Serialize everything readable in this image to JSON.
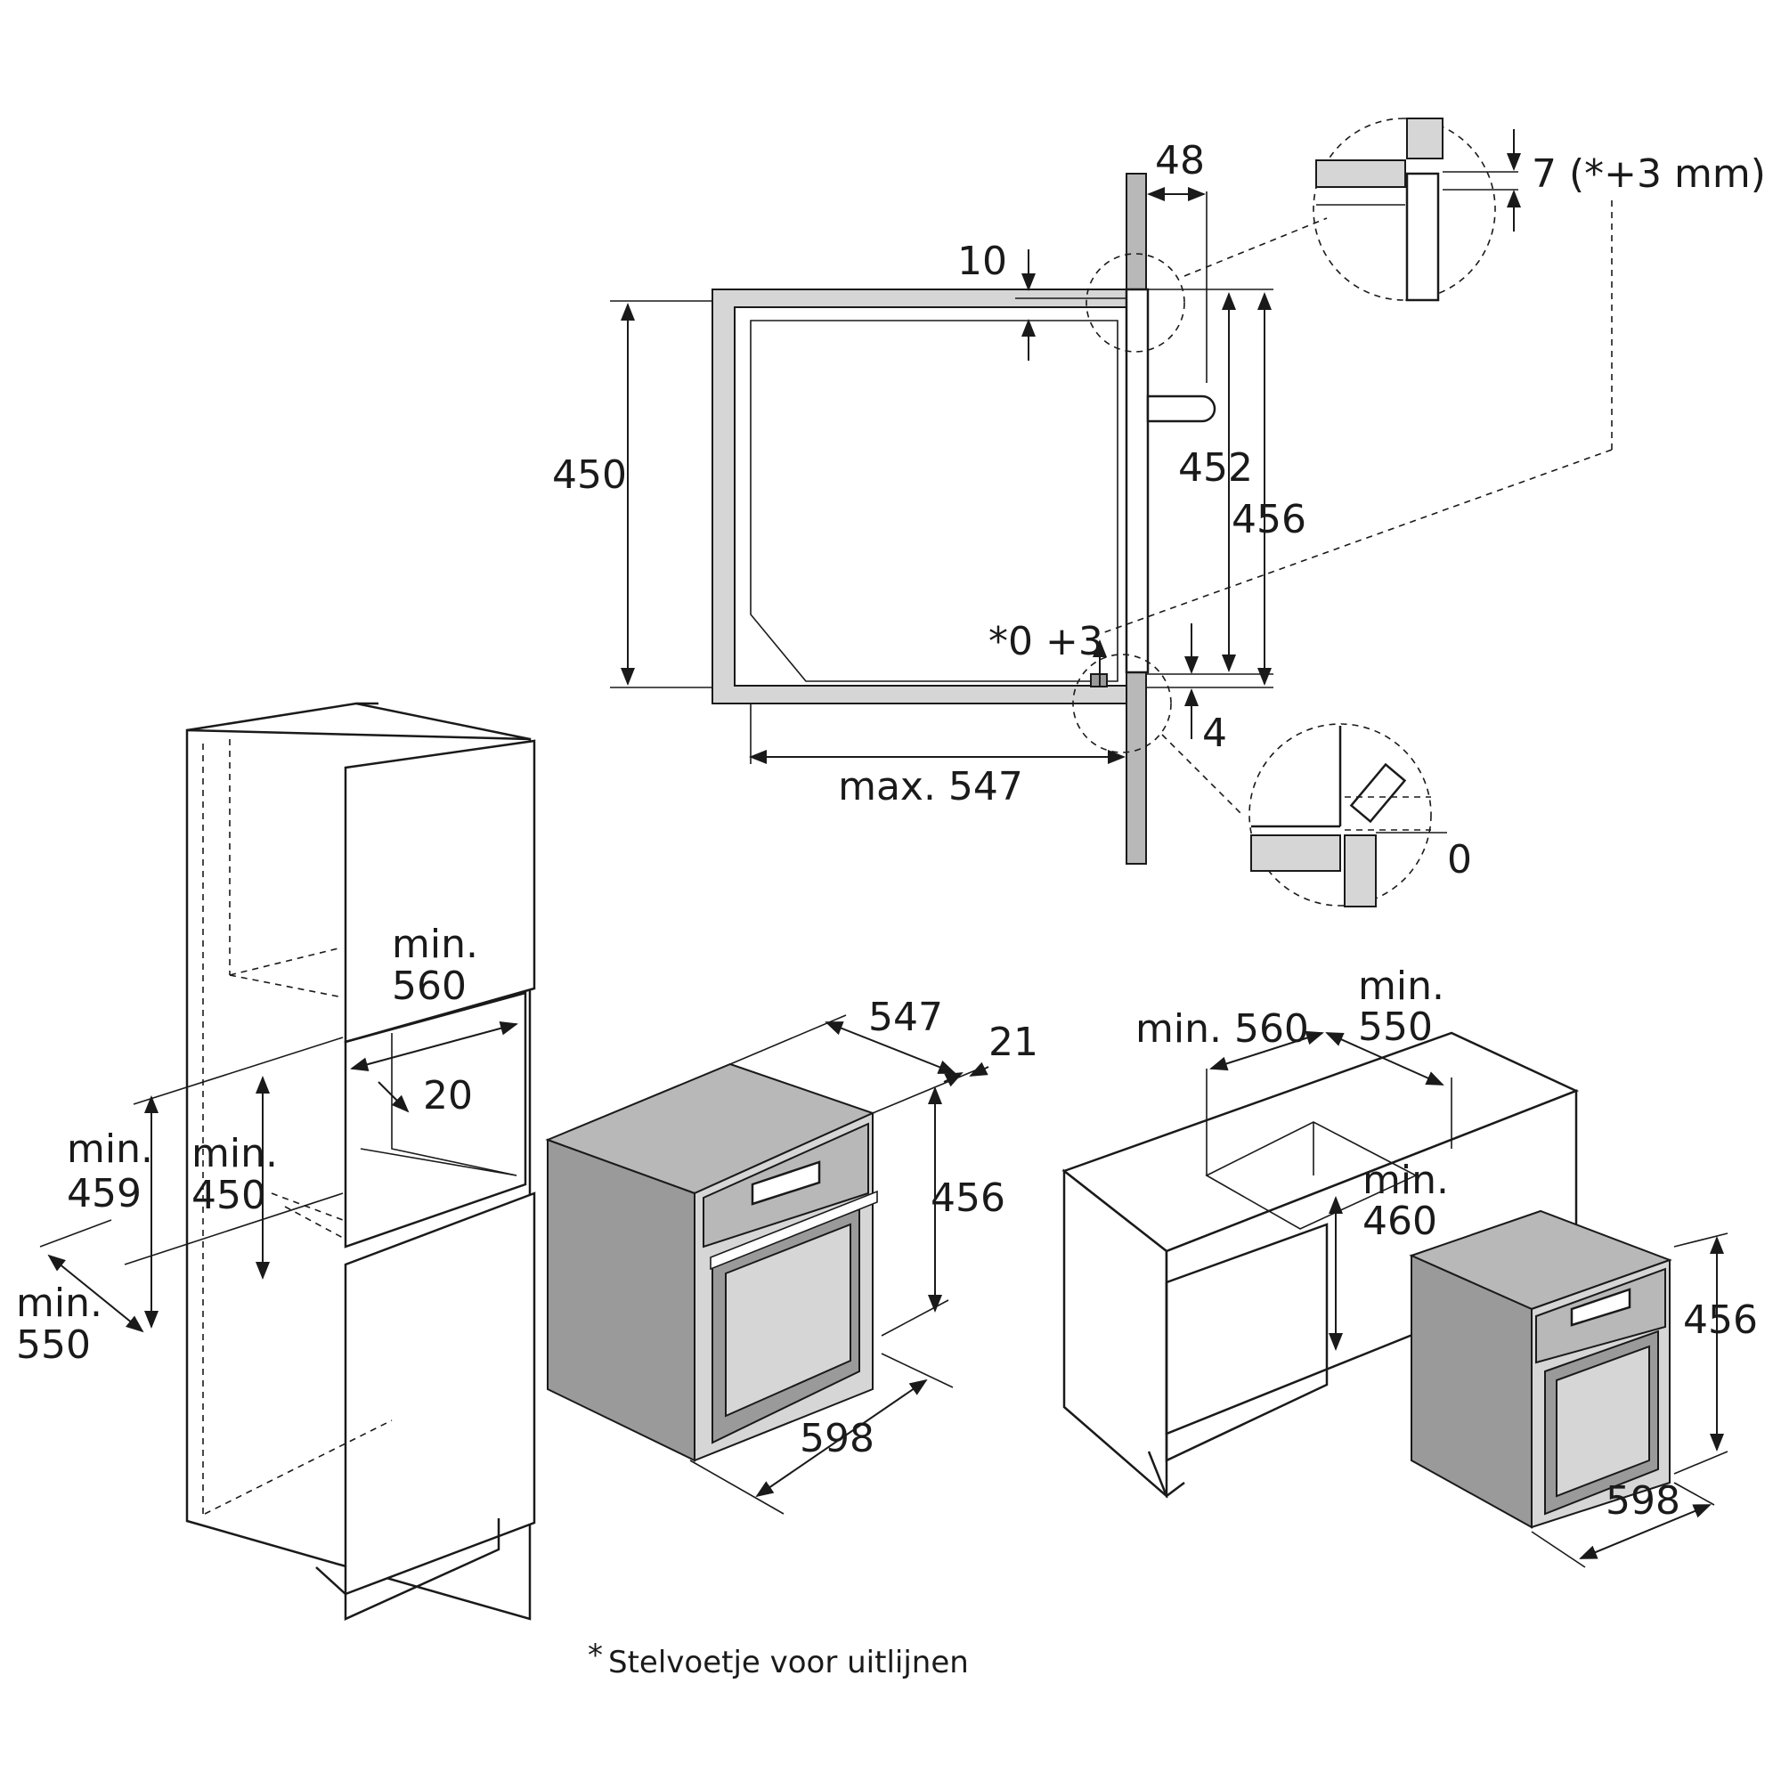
{
  "section_detail": {
    "dims": {
      "d48": "48",
      "d10": "10",
      "d7": "7 (*+3 mm)",
      "d450": "450",
      "d452": "452",
      "d456": "456",
      "d0p3": "*0 +3",
      "d4": "4",
      "d0": "0",
      "max547": "max. 547"
    }
  },
  "tall_cabinet": {
    "min": "min.",
    "w560": "560",
    "d20": "20",
    "h459": "459",
    "h450": "450",
    "d550": "550"
  },
  "oven_view": {
    "d547": "547",
    "d21": "21",
    "h456": "456",
    "w598": "598"
  },
  "under_counter": {
    "min": "min.",
    "w560": "min. 560",
    "d550": "550",
    "h460": "460",
    "h456": "456",
    "w598": "598"
  },
  "footnote": {
    "star": "*",
    "text": "Stelvoetje voor uitlijnen"
  }
}
